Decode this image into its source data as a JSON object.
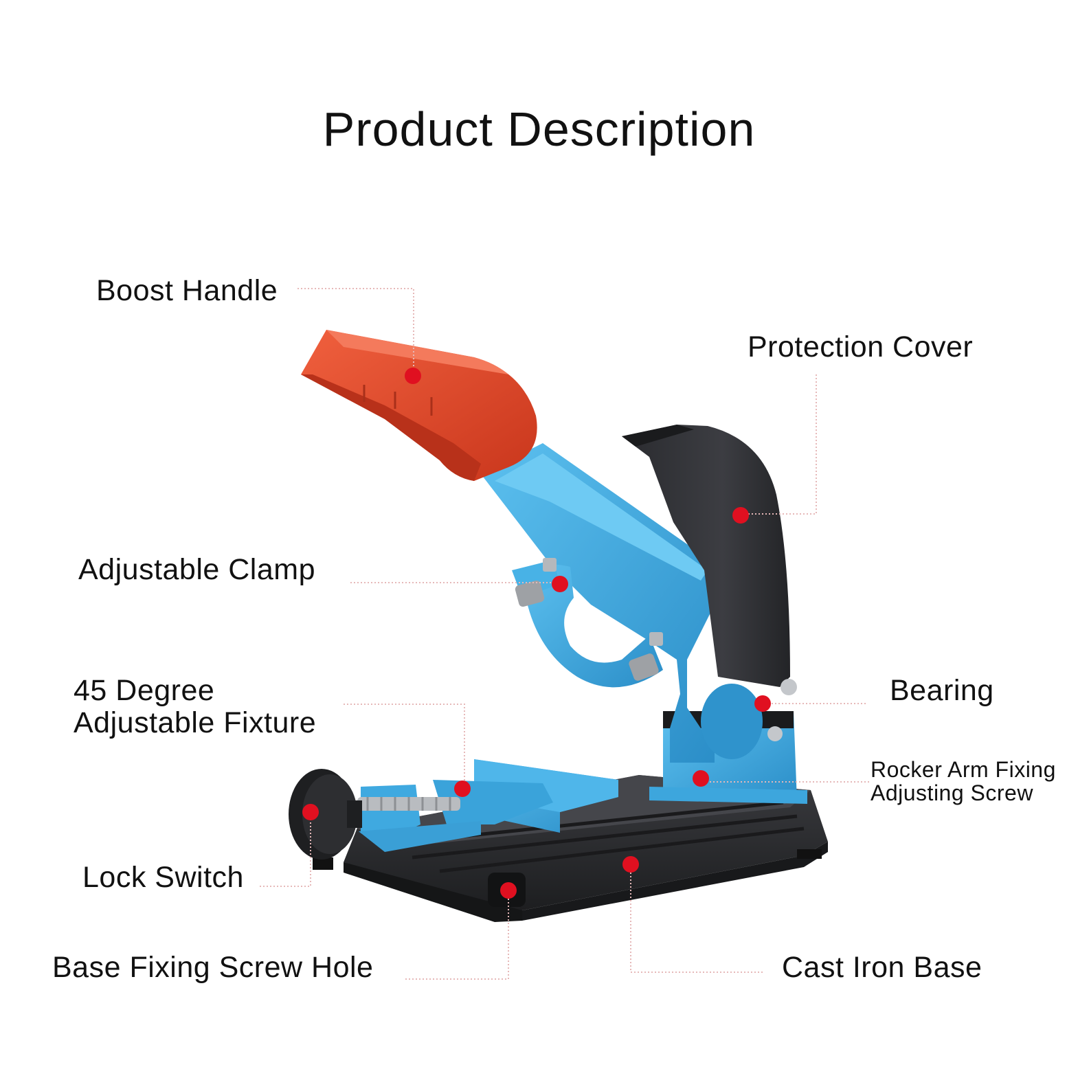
{
  "title": "Product Description",
  "colors": {
    "handle": "#e8492b",
    "frame": "#3fa9e0",
    "cover": "#333438",
    "base": "#2a2b2e",
    "marker": "#e01020",
    "leader": "#e6b8b8"
  },
  "labels": {
    "boost_handle": "Boost Handle",
    "protection_cover": "Protection Cover",
    "adjustable_clamp": "Adjustable Clamp",
    "fixture_line1": "45 Degree",
    "fixture_line2": "Adjustable Fixture",
    "bearing": "Bearing",
    "rocker_line1": "Rocker Arm Fixing",
    "rocker_line2": "Adjusting Screw",
    "lock_switch": "Lock Switch",
    "base_screw_hole": "Base Fixing Screw Hole",
    "cast_iron_base": "Cast Iron Base"
  }
}
